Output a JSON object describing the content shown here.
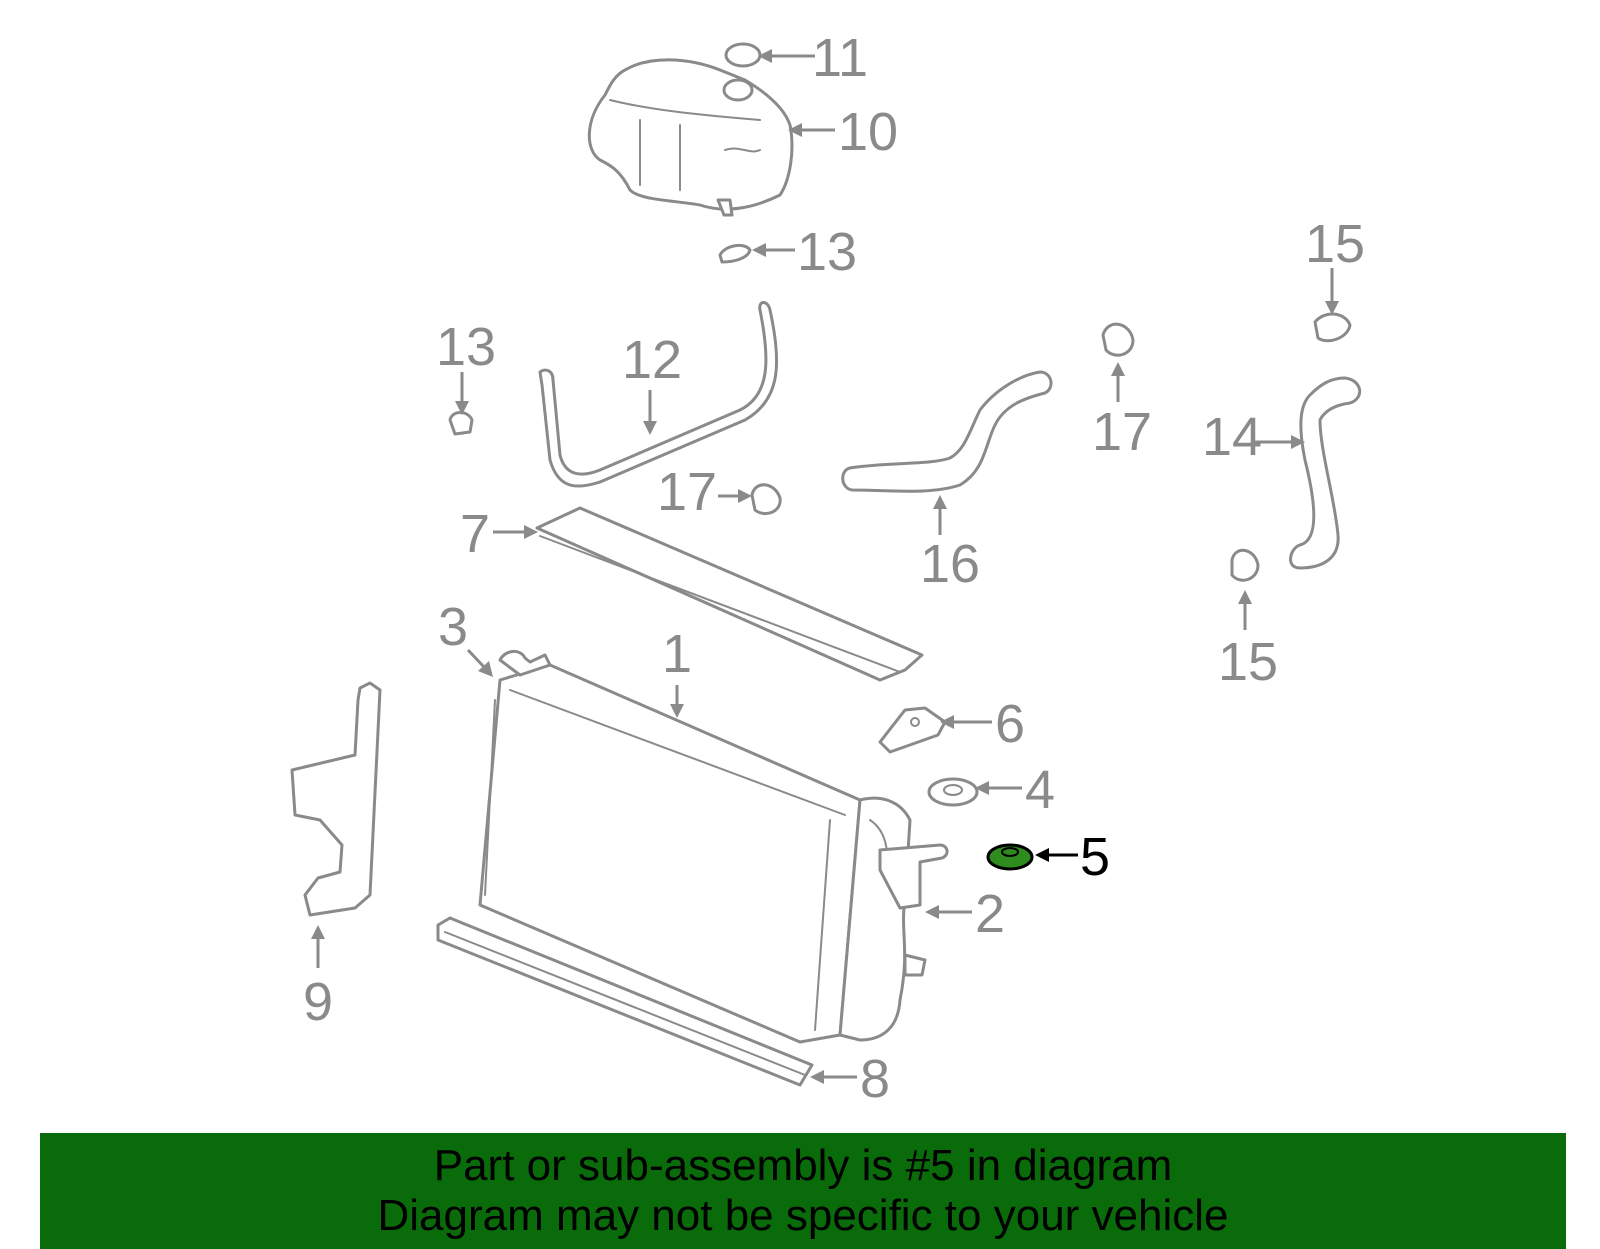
{
  "callouts": [
    "1",
    "2",
    "3",
    "4",
    "5",
    "6",
    "7",
    "8",
    "9",
    "10",
    "11",
    "12",
    "13",
    "13",
    "14",
    "15",
    "15",
    "16",
    "17",
    "17"
  ],
  "highlighted_part": "5",
  "colors": {
    "part_stroke": "#8a8a8a",
    "highlight_fill": "#2e8b1e",
    "banner_bg": "#0a6b0a",
    "text_dark": "#000000"
  },
  "banner": {
    "line1": "Part or sub-assembly is #5 in diagram",
    "line2": "Diagram may not be specific to your vehicle"
  }
}
